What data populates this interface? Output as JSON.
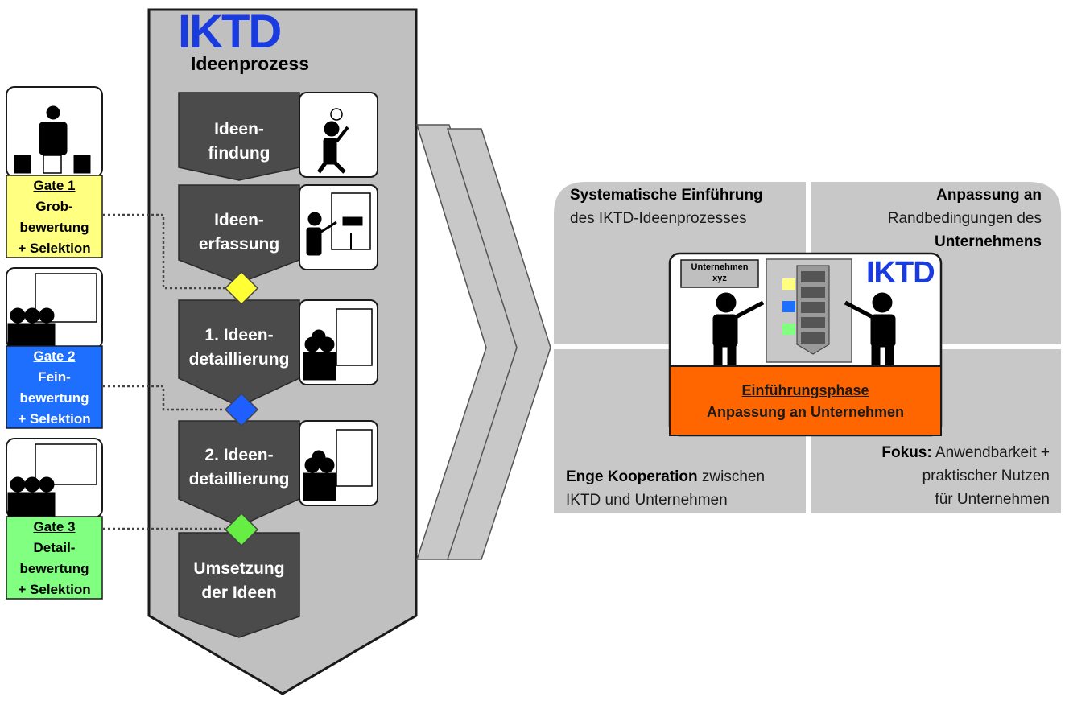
{
  "logo": "IKTD",
  "process": {
    "title": "Ideenprozess",
    "stages": [
      {
        "l1": "Ideen-",
        "l2": "findung"
      },
      {
        "l1": "Ideen-",
        "l2": "erfassung"
      },
      {
        "l1": "1. Ideen-",
        "l2": "detaillierung"
      },
      {
        "l1": "2. Ideen-",
        "l2": "detaillierung"
      },
      {
        "l1": "Umsetzung",
        "l2": "der Ideen"
      }
    ]
  },
  "gates": [
    {
      "title": "Gate 1",
      "l1": "Grob-",
      "l2": "bewertung",
      "l3": "+ Selektion",
      "color": "#ffff80",
      "diamond": "#ffff33"
    },
    {
      "title": "Gate 2",
      "l1": "Fein-",
      "l2": "bewertung",
      "l3": "+ Selektion",
      "color": "#1f6fff",
      "diamond": "#1f5fff"
    },
    {
      "title": "Gate 3",
      "l1": "Detail-",
      "l2": "bewertung",
      "l3": "+ Selektion",
      "color": "#80ff80",
      "diamond": "#66ee44"
    }
  ],
  "quadrants": {
    "tl": {
      "bold": "Systematische Einführung",
      "rest": "des IKTD-Ideenprozesses"
    },
    "tr": {
      "bold1": "Anpassung an",
      "rest": "Randbedingungen des",
      "bold2": "Unternehmens"
    },
    "bl": {
      "bold": "Enge Kooperation",
      "rest1": " zwischen",
      "rest2": "IKTD und Unternehmen"
    },
    "br": {
      "bold": "Fokus:",
      "rest1": " Anwendbarkeit +",
      "rest2": "praktischer Nutzen",
      "rest3": "für Unternehmen"
    }
  },
  "center": {
    "company_l1": "Unternehmen",
    "company_l2": "xyz",
    "phase_title": "Einführungsphase",
    "phase_sub": "Anpassung an Unternehmen",
    "phase_color": "#ff6600"
  }
}
